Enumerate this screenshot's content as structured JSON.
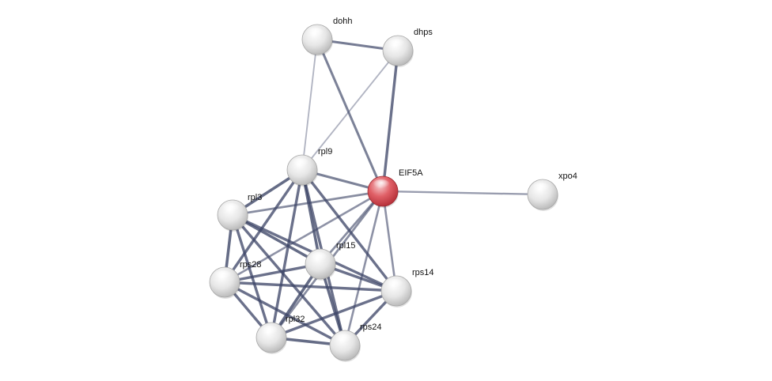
{
  "network": {
    "query_node": "EIF5A",
    "colors": {
      "background": "#ffffff",
      "query_node": "#d9424b",
      "partner_node": "#dcdcdc",
      "edge": "#3c4466",
      "label": "#111111"
    },
    "nodes": [
      {
        "id": "dohh",
        "label": "dohh",
        "role": "partner"
      },
      {
        "id": "dhps",
        "label": "dhps",
        "role": "partner"
      },
      {
        "id": "rpl9",
        "label": "rpl9",
        "role": "partner"
      },
      {
        "id": "EIF5A",
        "label": "EIF5A",
        "role": "query"
      },
      {
        "id": "xpo4",
        "label": "xpo4",
        "role": "partner"
      },
      {
        "id": "rpl3",
        "label": "rpl3",
        "role": "partner"
      },
      {
        "id": "rpl15",
        "label": "rpl15",
        "role": "partner"
      },
      {
        "id": "rps28",
        "label": "rps28",
        "role": "partner"
      },
      {
        "id": "rps14",
        "label": "rps14",
        "role": "partner"
      },
      {
        "id": "rpl32",
        "label": "rpl32",
        "role": "partner"
      },
      {
        "id": "rps24",
        "label": "rps24",
        "role": "partner"
      }
    ],
    "edges": [
      {
        "source": "dohh",
        "target": "dhps",
        "confidence": 0.75
      },
      {
        "source": "dohh",
        "target": "rpl9",
        "confidence": 0.25
      },
      {
        "source": "dohh",
        "target": "EIF5A",
        "confidence": 0.7
      },
      {
        "source": "dhps",
        "target": "rpl9",
        "confidence": 0.25
      },
      {
        "source": "dhps",
        "target": "EIF5A",
        "confidence": 0.85
      },
      {
        "source": "EIF5A",
        "target": "xpo4",
        "confidence": 0.45
      },
      {
        "source": "EIF5A",
        "target": "rpl9",
        "confidence": 0.7
      },
      {
        "source": "EIF5A",
        "target": "rpl3",
        "confidence": 0.6
      },
      {
        "source": "EIF5A",
        "target": "rpl15",
        "confidence": 0.6
      },
      {
        "source": "EIF5A",
        "target": "rps28",
        "confidence": 0.55
      },
      {
        "source": "EIF5A",
        "target": "rps14",
        "confidence": 0.55
      },
      {
        "source": "EIF5A",
        "target": "rpl32",
        "confidence": 0.6
      },
      {
        "source": "EIF5A",
        "target": "rps24",
        "confidence": 0.55
      },
      {
        "source": "rpl9",
        "target": "rpl3",
        "confidence": 0.9
      },
      {
        "source": "rpl9",
        "target": "rpl15",
        "confidence": 0.9
      },
      {
        "source": "rpl9",
        "target": "rps28",
        "confidence": 0.85
      },
      {
        "source": "rpl9",
        "target": "rps14",
        "confidence": 0.85
      },
      {
        "source": "rpl9",
        "target": "rpl32",
        "confidence": 0.85
      },
      {
        "source": "rpl9",
        "target": "rps24",
        "confidence": 0.85
      },
      {
        "source": "rpl3",
        "target": "rpl15",
        "confidence": 0.9
      },
      {
        "source": "rpl3",
        "target": "rps28",
        "confidence": 0.9
      },
      {
        "source": "rpl3",
        "target": "rps14",
        "confidence": 0.85
      },
      {
        "source": "rpl3",
        "target": "rpl32",
        "confidence": 0.85
      },
      {
        "source": "rpl3",
        "target": "rps24",
        "confidence": 0.85
      },
      {
        "source": "rpl15",
        "target": "rps28",
        "confidence": 0.85
      },
      {
        "source": "rpl15",
        "target": "rps14",
        "confidence": 0.85
      },
      {
        "source": "rpl15",
        "target": "rpl32",
        "confidence": 0.9
      },
      {
        "source": "rpl15",
        "target": "rps24",
        "confidence": 0.9
      },
      {
        "source": "rps28",
        "target": "rps14",
        "confidence": 0.85
      },
      {
        "source": "rps28",
        "target": "rpl32",
        "confidence": 0.85
      },
      {
        "source": "rps28",
        "target": "rps24",
        "confidence": 0.85
      },
      {
        "source": "rps14",
        "target": "rpl32",
        "confidence": 0.85
      },
      {
        "source": "rps14",
        "target": "rps24",
        "confidence": 0.85
      },
      {
        "source": "rpl32",
        "target": "rps24",
        "confidence": 0.9
      }
    ]
  }
}
